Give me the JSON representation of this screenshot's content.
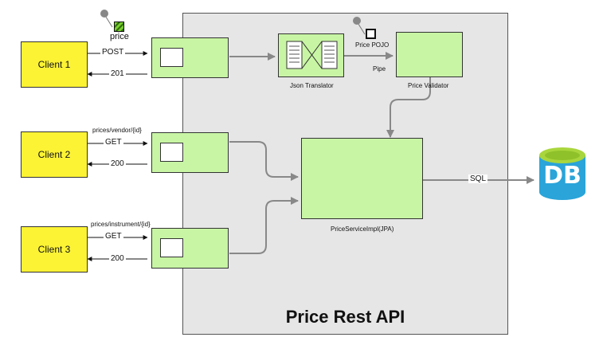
{
  "system": {
    "title": "Price Rest API"
  },
  "clients": [
    {
      "label": "Client 1"
    },
    {
      "label": "Client 2"
    },
    {
      "label": "Client 3"
    }
  ],
  "requests": [
    {
      "method": "POST",
      "response": "201",
      "path": ""
    },
    {
      "method": "GET",
      "response": "200",
      "path": "prices/vendor/{id}"
    },
    {
      "method": "GET",
      "response": "200",
      "path": "prices/instrument/{id}"
    }
  ],
  "components": {
    "translator": "Json Translator",
    "validator": "Price Validator",
    "service": "PriceServiceImpl(JPA)",
    "pipe": "Pipe",
    "pojo": "Price POJO",
    "price_tap": "price"
  },
  "db": {
    "label": "DB",
    "sql_label": "SQL"
  },
  "colors": {
    "client": "#fcf335",
    "component": "#c8f5a4",
    "system_bg": "#e6e6e6",
    "db_body": "#2aa4d9",
    "db_top": "#a9d63c"
  }
}
